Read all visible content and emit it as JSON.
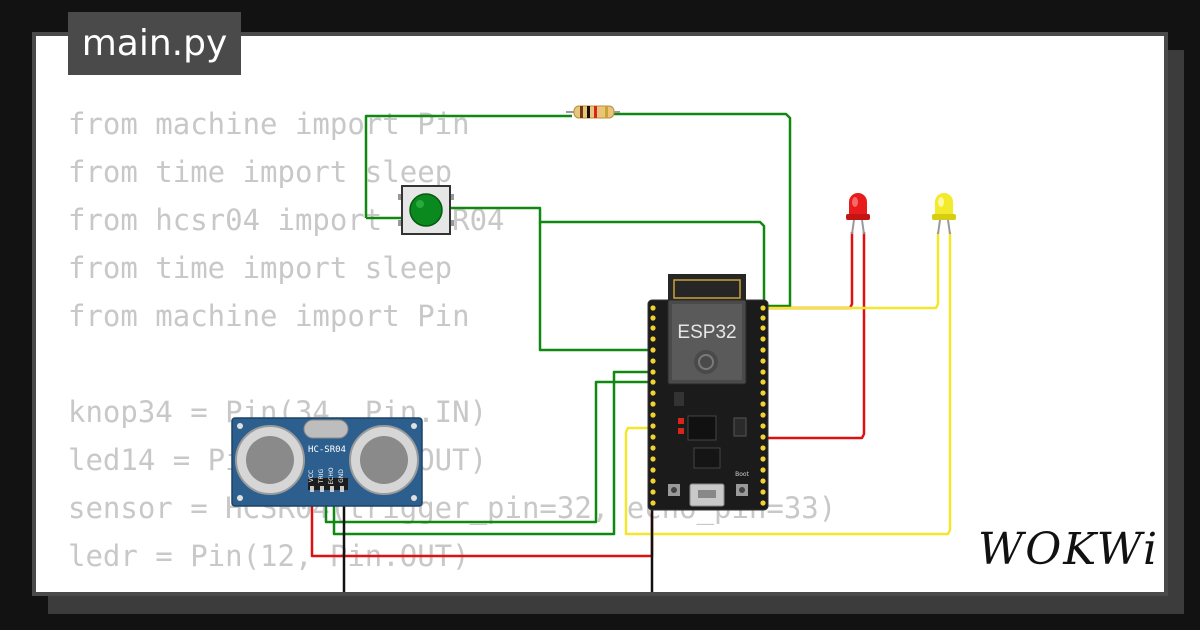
{
  "tab": {
    "title": "main.py"
  },
  "code_lines": [
    "from machine import Pin",
    "from time import sleep",
    "from hcsr04 import HCSR04",
    "from time import sleep",
    "from machine import Pin",
    "",
    "knop34 = Pin(34, Pin.IN)",
    "led14 = Pin(14, Pin.OUT)",
    "sensor = HCSR04(trigger_pin=32, echo_pin=33)",
    "ledr = Pin(12, Pin.OUT)"
  ],
  "board": {
    "label": "ESP32",
    "boot_label": "Boot"
  },
  "sensor_module": {
    "label": "HC-SR04",
    "pins": [
      "VCC",
      "TRIG",
      "ECHO",
      "GND"
    ]
  },
  "logo": {
    "text": "WOKWi"
  },
  "colors": {
    "wire_green": "#118811",
    "wire_red": "#e01010",
    "wire_yellow": "#f2e62e",
    "wire_black": "#111111",
    "led_red": "#e81c1c",
    "led_yellow": "#f2ea2a",
    "button": "#0a8a1e",
    "sensor_board": "#2c5f8e"
  }
}
